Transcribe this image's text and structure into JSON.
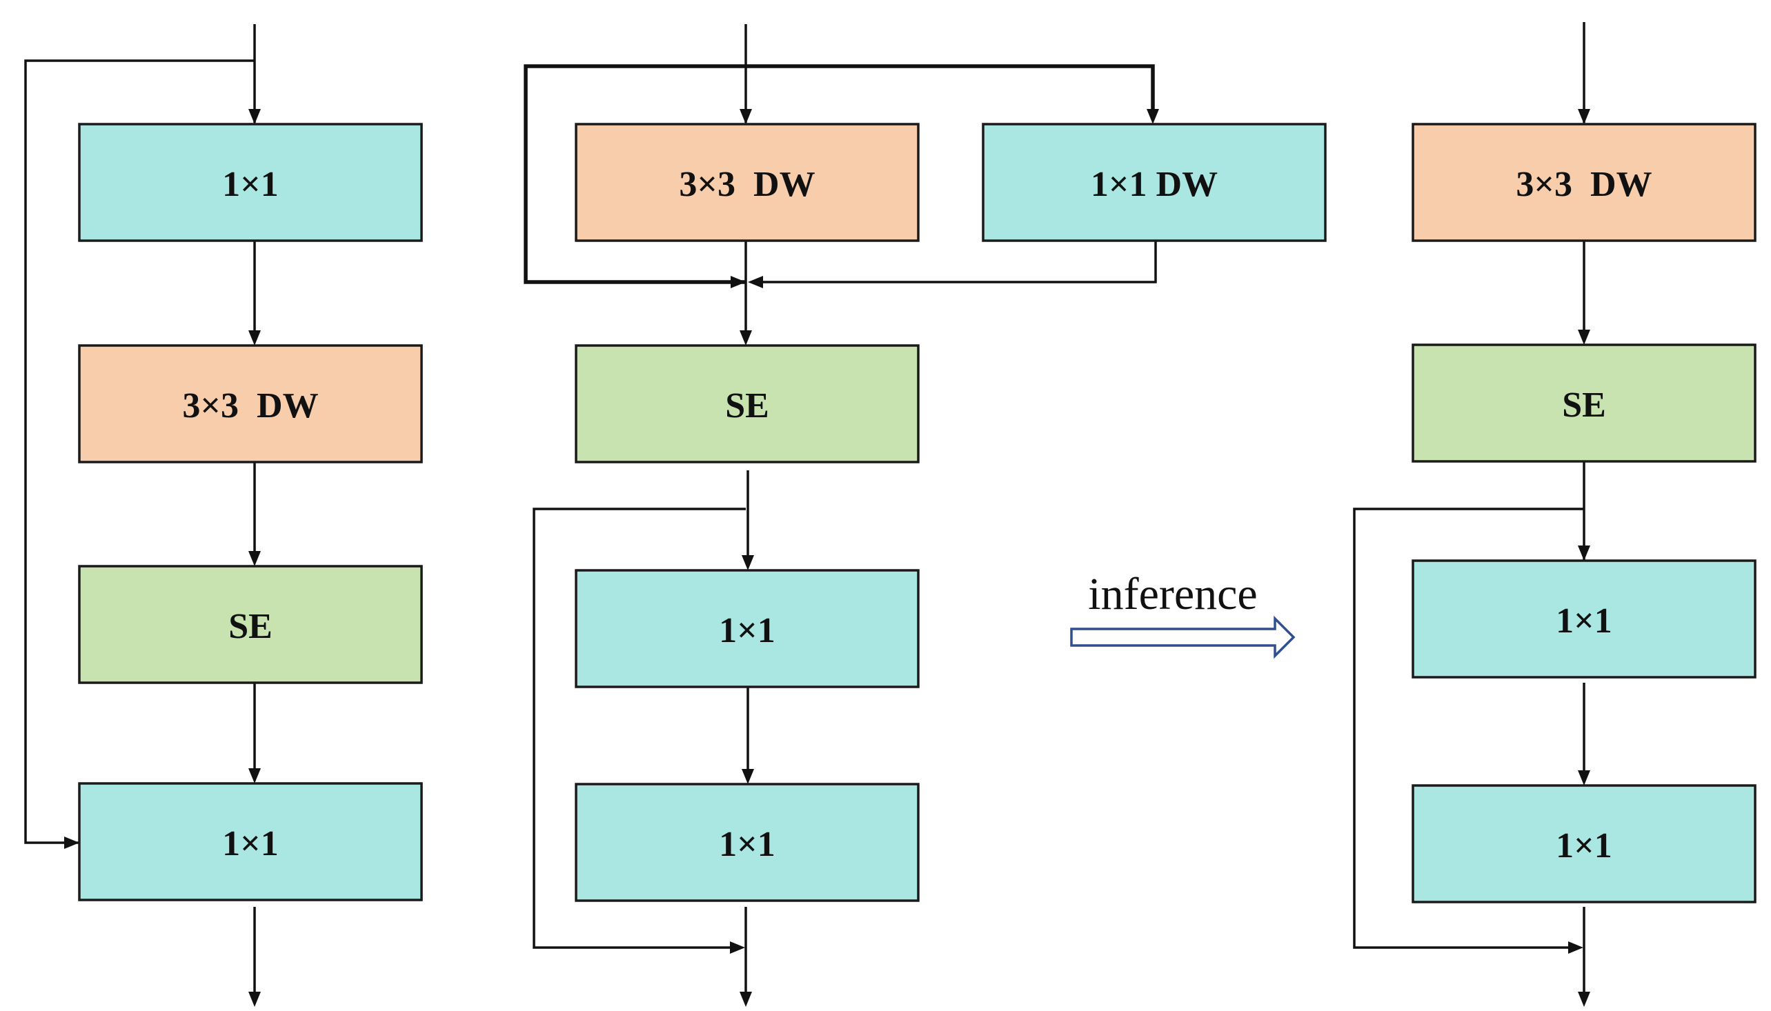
{
  "colors": {
    "conv1x1": "#aae7e3",
    "dw3x3": "#f7cdab",
    "se": "#c8e3b0",
    "inference_arrow": "#2f4f8f",
    "line": "#111111"
  },
  "diagram": {
    "left_block": {
      "conv_in": "1×1",
      "dwconv": "3×3  DW",
      "se": "SE",
      "conv_out": "1×1"
    },
    "middle_block": {
      "dw_3x3": "3×3  DW",
      "dw_1x1": "1×1 DW",
      "se": "SE",
      "conv_a": "1×1",
      "conv_b": "1×1"
    },
    "inference_label": "inference",
    "right_block": {
      "dwconv": "3×3  DW",
      "se": "SE",
      "conv_a": "1×1",
      "conv_b": "1×1"
    }
  }
}
